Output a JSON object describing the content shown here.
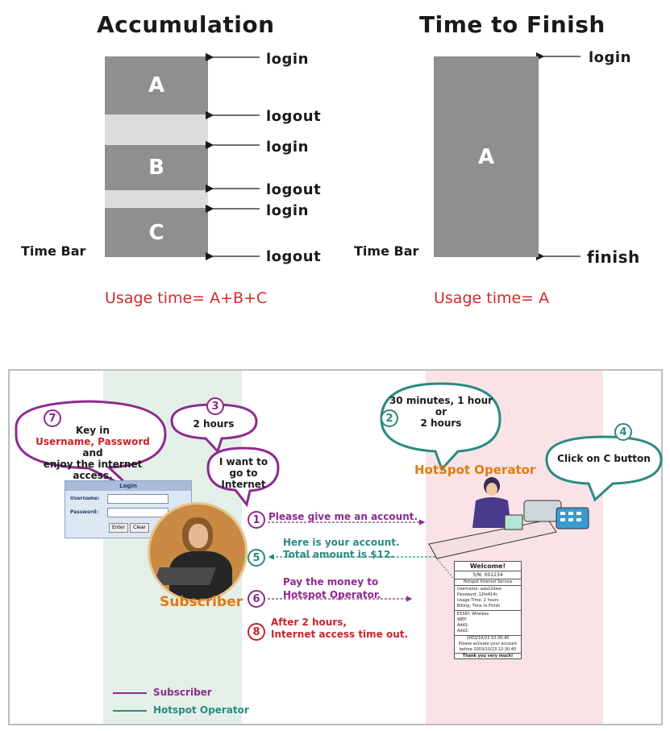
{
  "accumulation": {
    "title": "Accumulation",
    "segments": [
      "A",
      "B",
      "C"
    ],
    "events": [
      "login",
      "logout",
      "login",
      "logout",
      "login",
      "logout"
    ],
    "time_bar": "Time Bar",
    "formula": "Usage time= A+B+C"
  },
  "time_to_finish": {
    "title": "Time to Finish",
    "segment": "A",
    "events": [
      "login",
      "finish"
    ],
    "time_bar": "Time Bar",
    "formula": "Usage time= A"
  },
  "flow": {
    "bubbles": {
      "b7_line1": "Key in",
      "b7_line2": "Username, Password",
      "b7_line3": "and",
      "b7_line4": "enjoy the internet",
      "b7_line5": "access.",
      "b3": "2 hours",
      "b_want_1": "I want to",
      "b_want_2": "go to Internet",
      "b2_line1": "30 minutes, 1 hour",
      "b2_line2": "or",
      "b2_line3": "2 hours",
      "b4": "Click on C button"
    },
    "steps": [
      {
        "num": "1",
        "line1": "Please give me an account.",
        "line2": ""
      },
      {
        "num": "5",
        "line1": "Here is your account.",
        "line2": "Total amount is $12."
      },
      {
        "num": "6",
        "line1": "Pay the money to",
        "line2": "Hotspot Operator."
      },
      {
        "num": "8",
        "line1": "After 2 hours,",
        "line2": "Internet access time out."
      }
    ],
    "bubble_numbers": {
      "b7": "7",
      "b3": "3",
      "b2": "2",
      "b4": "4"
    },
    "roles": {
      "subscriber": "Subscriber",
      "operator": "HotSpot Operator"
    },
    "login_form": {
      "header": "Login",
      "username_label": "Username:",
      "password_label": "Password:",
      "enter": "Enter",
      "clear": "Clear"
    },
    "receipt": {
      "title": "Welcome!",
      "sn": "S/N: 001234",
      "service": "Hotspot Internet Service",
      "lines": [
        "Username: ada12dwa",
        "Password: 12fe414c",
        "Usage Time: 2 hours",
        "Billing: Time to Finish"
      ],
      "lines2": [
        "ESSID: Wireless",
        "WEP:",
        "Add1:",
        "Add2:"
      ],
      "date": "2003/10/23 10:30:40",
      "activate1": "Please activate your account",
      "activate2": "before 2003/10/23 22:30:40",
      "thanks": "Thank you very much!"
    },
    "legend": [
      {
        "label": "Subscriber",
        "color": "#8e2a8e"
      },
      {
        "label": "Hotspot Operator",
        "color": "#2a8a82"
      }
    ]
  }
}
